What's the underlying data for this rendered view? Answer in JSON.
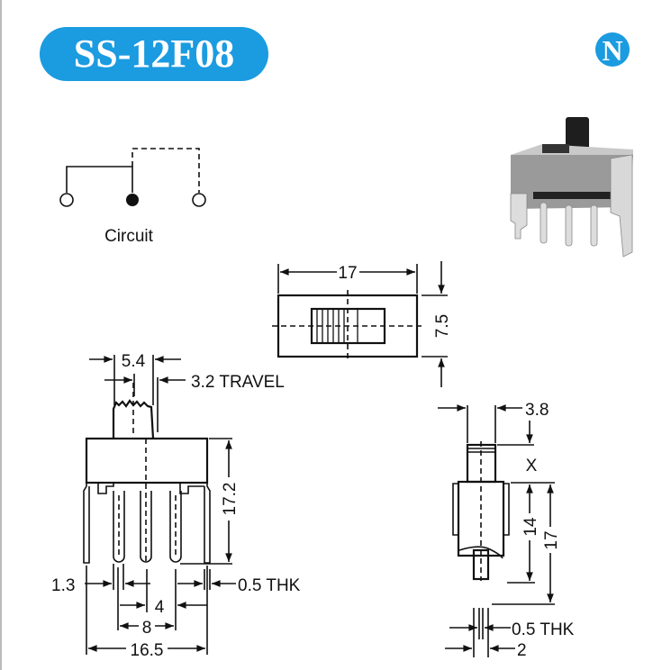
{
  "header": {
    "model": "SS-12F08",
    "brand_color": "#1b9be0",
    "logo_letter": "N"
  },
  "circuit": {
    "label": "Circuit"
  },
  "top_view": {
    "width_dim": "17",
    "height_dim": "7.5"
  },
  "front_view": {
    "actuator_width": "5.4",
    "travel": "3.2 TRAVEL",
    "height": "17.2",
    "pin_width": "1.3",
    "thickness": "0.5 THK",
    "pitch": "4",
    "pin_span": "8",
    "overall_width": "16.5"
  },
  "side_view": {
    "actuator_width": "3.8",
    "actuator_height": "X",
    "body_height": "14",
    "overall_height": "17",
    "thickness": "0.5 THK",
    "lead_width": "2"
  }
}
